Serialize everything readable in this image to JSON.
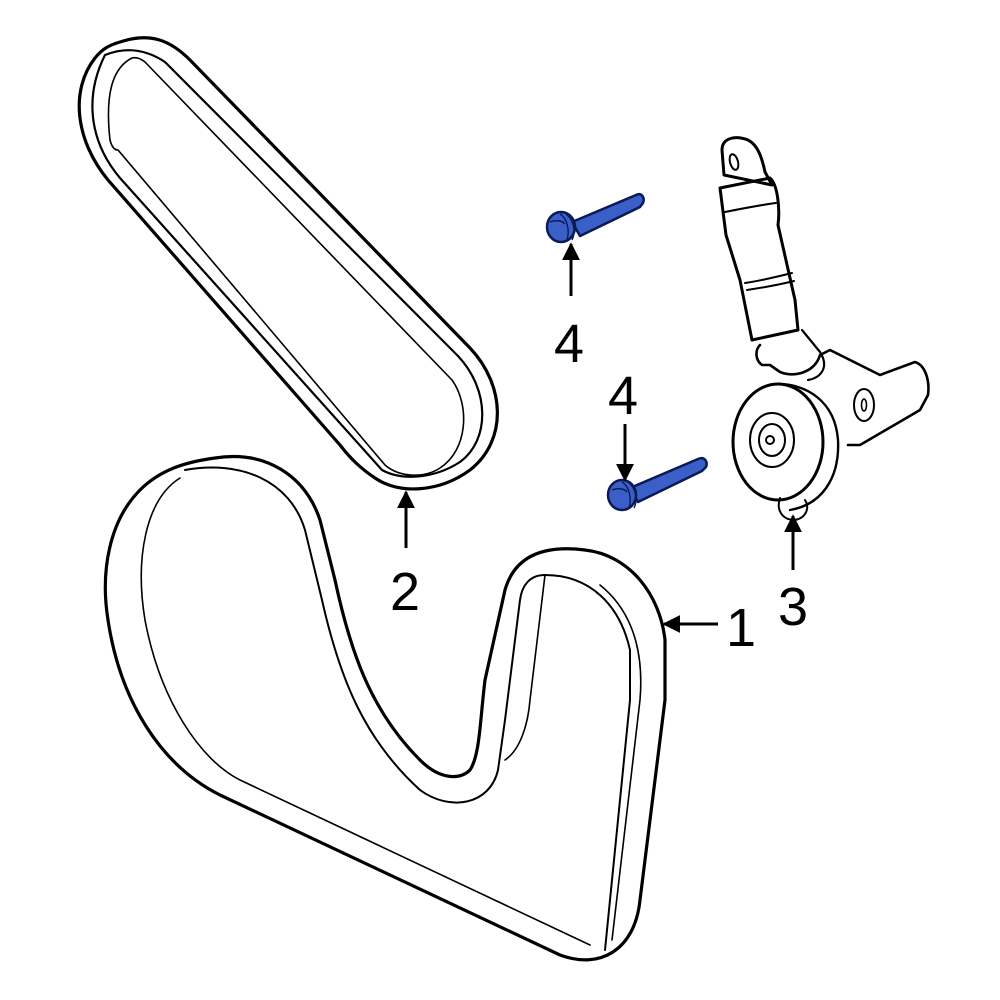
{
  "diagram": {
    "type": "exploded parts diagram",
    "subject": "Serpentine drive belts and belt tensioner",
    "background": "#ffffff",
    "line_color": "#000000",
    "highlight_color": "#3a5fc8",
    "highlight_outline": "#0b1a55"
  },
  "parts": [
    {
      "id": "1",
      "label": "1",
      "name": "Serpentine belt (large)",
      "highlighted": false
    },
    {
      "id": "2",
      "label": "2",
      "name": "Serpentine belt (small)",
      "highlighted": false
    },
    {
      "id": "3",
      "label": "3",
      "name": "Belt tensioner assembly",
      "highlighted": false
    },
    {
      "id": "4a",
      "label": "4",
      "name": "Tensioner bolt (upper)",
      "highlighted": true
    },
    {
      "id": "4b",
      "label": "4",
      "name": "Tensioner bolt (lower)",
      "highlighted": true
    }
  ],
  "callouts": {
    "c1": "1",
    "c2": "2",
    "c3": "3",
    "c4a": "4",
    "c4b": "4"
  }
}
